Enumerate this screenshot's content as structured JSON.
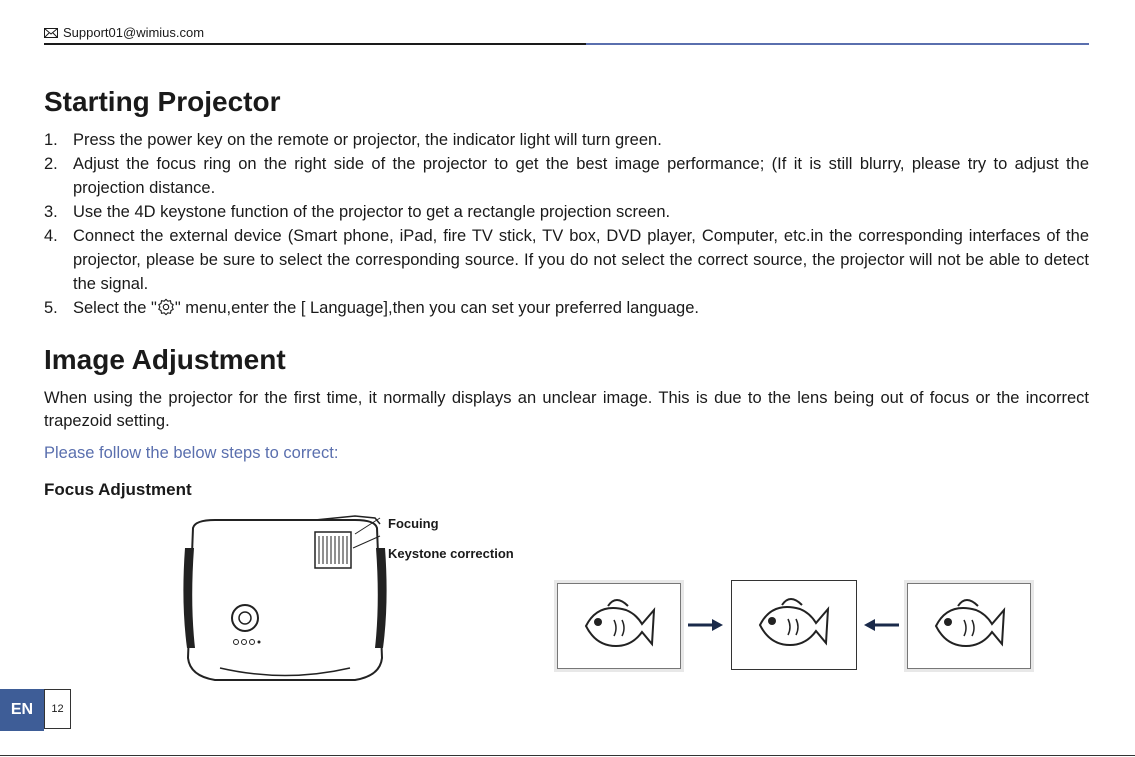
{
  "header": {
    "email": "Support01@wimius.com"
  },
  "sections": {
    "starting_title": "Starting Projector",
    "image_title": "Image Adjustment"
  },
  "steps": [
    {
      "num": "1.",
      "text": "Press the power key on the remote or projector, the indicator light will turn green."
    },
    {
      "num": "2.",
      "text": "Adjust the focus ring on the right side of the projector to get the best image performance; (If it is still blurry, please try to adjust the projection distance."
    },
    {
      "num": "3.",
      "text": "Use the 4D keystone function of the projector to get a rectangle projection screen."
    },
    {
      "num": "4.",
      "text": "Connect the external device (Smart phone, iPad, fire TV stick, TV box, DVD player, Computer, etc.in the corresponding interfaces of the projector, please be sure to select the corresponding source. If you do not select the correct source, the projector will not be able to detect the signal."
    },
    {
      "num": "5.",
      "text_before": "Select the \"",
      "text_after": "\" menu,enter the [ Language],then you can set your preferred language."
    }
  ],
  "image_adjustment": {
    "paragraph": "When using the projector for the first time, it normally displays an unclear image. This is due to the lens being out of focus or the incorrect trapezoid setting.",
    "note": "Please follow the below steps to correct:",
    "focus_heading": "Focus Adjustment"
  },
  "illustration": {
    "callout_1": "Focuing",
    "callout_2": "Keystone correction",
    "icons": [
      "projector-top-view",
      "fish-image",
      "arrow-right",
      "arrow-left"
    ]
  },
  "footer": {
    "lang": "EN",
    "page": "12"
  },
  "colors": {
    "accent": "#5a6fae",
    "badge": "#3e5d97",
    "text": "#1a1a1a"
  }
}
